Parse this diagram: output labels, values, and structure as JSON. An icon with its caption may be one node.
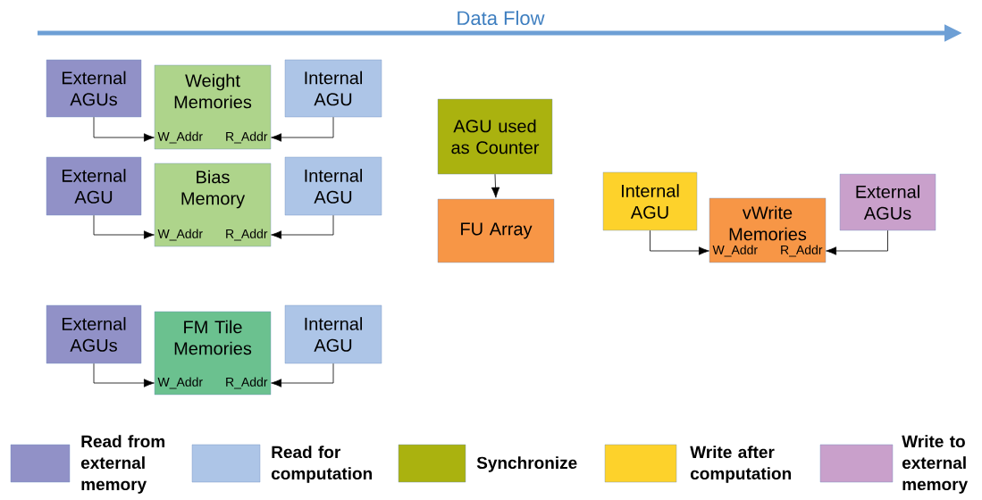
{
  "diagram": {
    "nodes": [
      {
        "text": [
          "External AGUs"
        ]
      },
      {
        "text": [
          "Weight Memories"
        ]
      },
      {
        "text": [
          "W_Addr"
        ],
        "in": 1
      },
      {
        "text": [
          "R_Addr"
        ],
        "in": 1
      },
      {
        "text": [
          "Internal AGU"
        ]
      },
      {
        "text": [
          "External AGU"
        ]
      },
      {
        "text": [
          "Bias Memory"
        ]
      },
      {
        "text": [
          "W_Addr"
        ],
        "in": 6
      },
      {
        "text": [
          "R_Addr"
        ],
        "in": 6
      },
      {
        "text": [
          "Internal AGU"
        ]
      },
      {
        "text": [
          "External AGUs"
        ]
      },
      {
        "text": [
          "FM Tile Memories"
        ]
      },
      {
        "text": [
          "W_Addr"
        ],
        "in": 11
      },
      {
        "text": [
          "R_Addr"
        ],
        "in": 11
      },
      {
        "text": [
          "Internal AGU"
        ]
      },
      {
        "text": [
          "AGU used as Counter"
        ]
      },
      {
        "text": [
          "FU Array"
        ]
      },
      {
        "text": [
          "Internal AGU"
        ]
      },
      {
        "text": [
          "vWrite Memories"
        ]
      },
      {
        "text": [
          "W_Addr"
        ],
        "in": 18
      },
      {
        "text": [
          "R_Addr"
        ],
        "in": 18
      },
      {
        "text": [
          "External AGUs"
        ]
      }
    ],
    "edges": [
      {
        "from": 0,
        "to": 2,
        "arrow": "to"
      },
      {
        "from": 4,
        "to": 3,
        "arrow": "to"
      },
      {
        "from": 5,
        "to": 7,
        "arrow": "to"
      },
      {
        "from": 9,
        "to": 8,
        "arrow": "to"
      },
      {
        "from": 10,
        "to": 12,
        "arrow": "to"
      },
      {
        "from": 14,
        "to": 13,
        "arrow": "to"
      },
      {
        "from": 15,
        "to": 16,
        "arrow": "to"
      },
      {
        "from": 17,
        "to": 19,
        "arrow": "to"
      },
      {
        "from": 21,
        "to": 20,
        "arrow": "to"
      }
    ],
    "labels": [
      "Data Flow"
    ],
    "legend": [
      {
        "text": "Read from external memory",
        "color": "#9191c7"
      },
      {
        "text": "Read for computation",
        "color": "#adc5e7"
      },
      {
        "text": "Synchronize",
        "color": "#aab20f"
      },
      {
        "text": "Write after computation",
        "color": "#fdd22b"
      },
      {
        "text": "Write to external memory",
        "color": "#c9a0cb"
      }
    ]
  }
}
